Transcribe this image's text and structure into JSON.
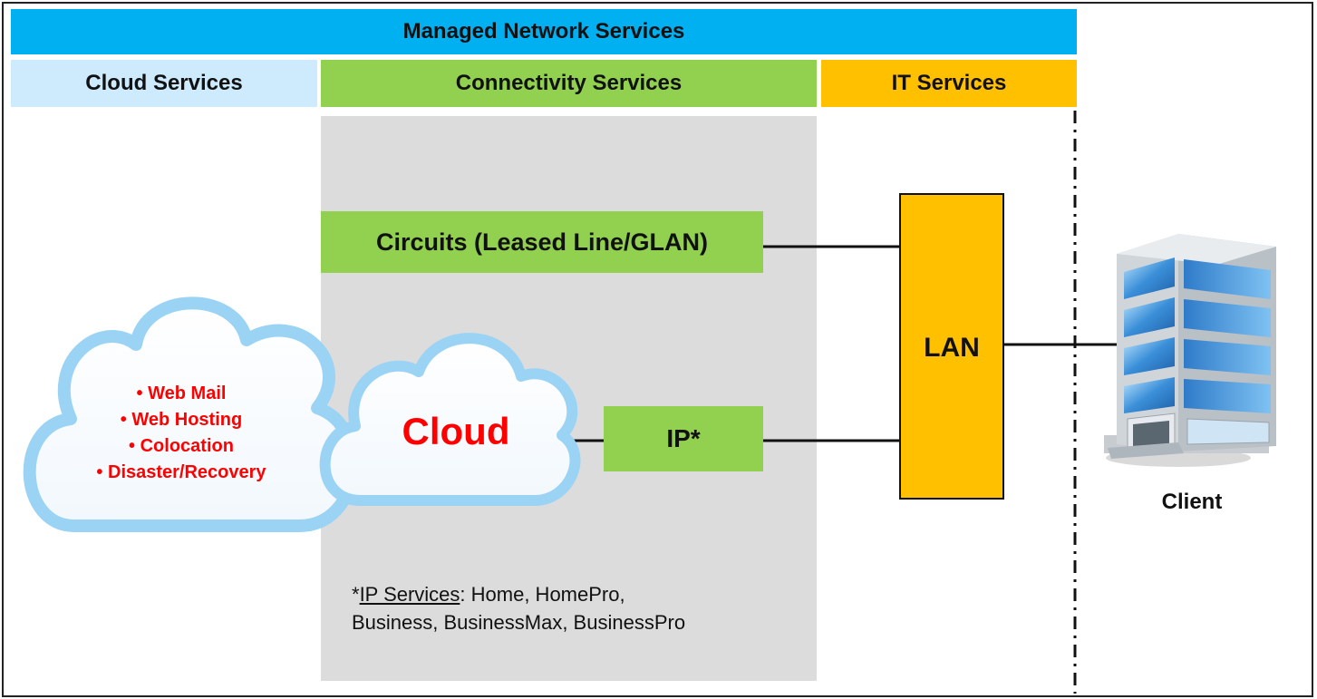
{
  "headers": {
    "managed": "Managed Network Services",
    "cloud": "Cloud Services",
    "connectivity": "Connectivity Services",
    "it": "IT Services"
  },
  "boxes": {
    "circuits": "Circuits (Leased Line/GLAN)",
    "ip": "IP*",
    "lan": "LAN"
  },
  "cloud_services": {
    "items": [
      "Web Mail",
      "Web Hosting",
      "Colocation",
      "Disaster/Recovery"
    ],
    "bullet": "•"
  },
  "cloud_label": "Cloud",
  "ip_note": {
    "prefix": "*",
    "label": "IP Services",
    "line1_rest": ": Home, HomePro,",
    "line2": "Business, BusinessMax, BusinessPro"
  },
  "client_label": "Client",
  "colors": {
    "managed": "#00B0F0",
    "cloud_header": "#CDEBFC",
    "connectivity": "#92D050",
    "it": "#FFC000",
    "panel": "#DCDCDC",
    "cloud_outline": "#9BD3F5",
    "text_red": "#FF0000"
  },
  "icons": {
    "building": "office-building-icon",
    "cloud": "cloud-icon"
  }
}
